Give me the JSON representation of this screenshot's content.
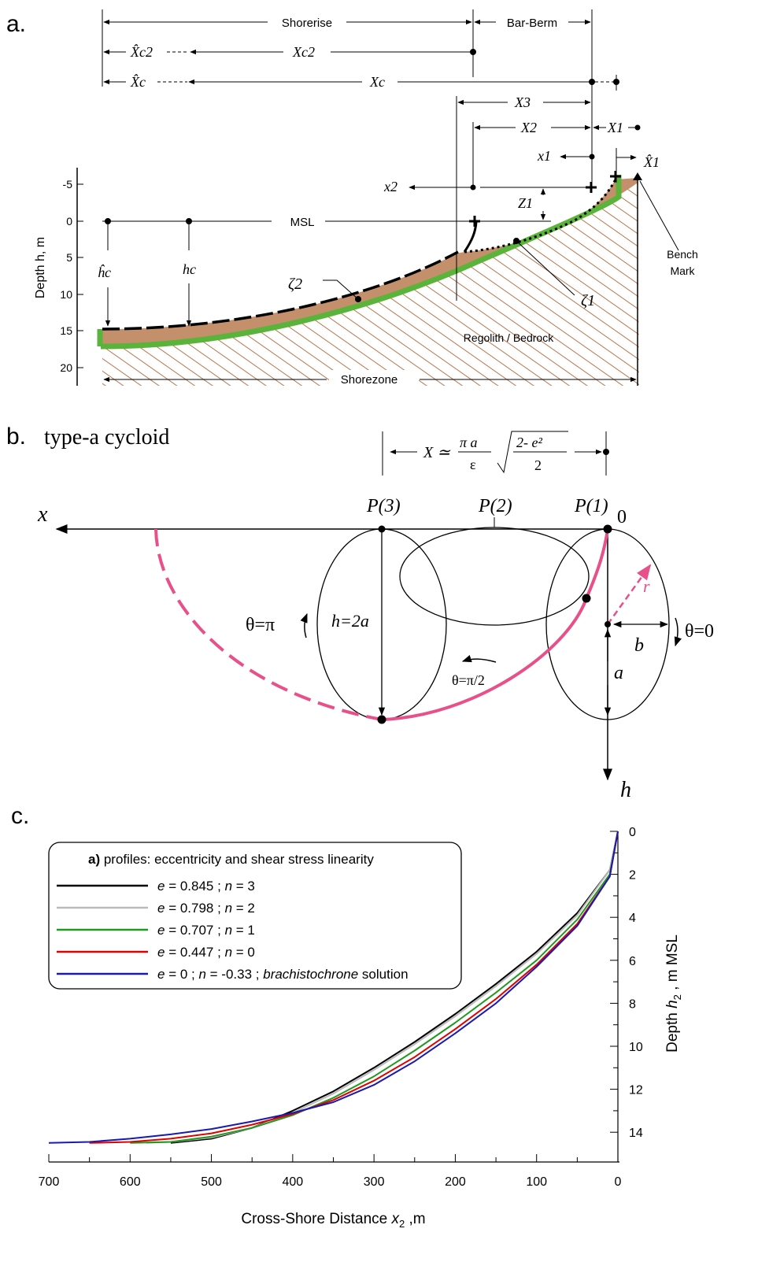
{
  "colors": {
    "sediment": "#C4906C",
    "green_base": "#5AB43C",
    "hatch": "#B8764E",
    "cycloid_pink": "#E8508A",
    "series_black": "#000000",
    "series_gray": "#BBBBBB",
    "series_green": "#1E9A1E",
    "series_red": "#E00000",
    "series_blue": "#1A1AB0"
  },
  "panel_a": {
    "panel_label": "a.",
    "ylabel": "Depth h, m",
    "yticks": [
      "-5",
      "0",
      "5",
      "10",
      "15",
      "20"
    ],
    "shorerise": "Shorerise",
    "bar_berm": "Bar-Berm",
    "xc2_hat": "X̂c2",
    "xc2": "Xc2",
    "xc_hat": "X̂c",
    "xc": "Xc",
    "x3": "X3",
    "x2_upper": "X2",
    "x1_upper": "X1",
    "x1_hat": "X̂1",
    "x1_lower": "x1",
    "x2_lower": "x2",
    "z1": "Z1",
    "msl": "MSL",
    "hc_hat": "ĥc",
    "hc": "hc",
    "zeta2": "ζ2",
    "zeta1": "ζ1",
    "bench": "Bench",
    "mark": "Mark",
    "regolith": "Regolith / Bedrock",
    "shorezone": "Shorezone"
  },
  "panel_b": {
    "panel_label": "b.",
    "title": "type-a cycloid",
    "formula_x": "X ≃",
    "formula_pi_a": "π a",
    "formula_eps": "ε",
    "formula_num": "2- e²",
    "formula_den": "2",
    "x_axis": "x",
    "h_axis": "h",
    "p3": "P(3)",
    "p2": "P(2)",
    "p1": "P(1)",
    "origin": "0",
    "theta_pi": "θ=π",
    "theta_0": "θ=0",
    "theta_half": "θ=π/2",
    "h2a": "h=2a",
    "a": "a",
    "b": "b",
    "r": "r"
  },
  "panel_c": {
    "panel_label": "c."
  },
  "chart_data": {
    "type": "line",
    "legend": {
      "title_bold": "a)",
      "title_rest": "profiles: eccentricity and shear stress linearity",
      "entries": [
        {
          "e": "e",
          "e_val": " = 0.845 ; ",
          "n": "n",
          "n_val": " = 3",
          "extra_it": "",
          "extra": ""
        },
        {
          "e": "e",
          "e_val": " = 0.798 ; ",
          "n": "n",
          "n_val": " = 2",
          "extra_it": "",
          "extra": ""
        },
        {
          "e": "e",
          "e_val": " = 0.707 ; ",
          "n": "n",
          "n_val": " = 1",
          "extra_it": "",
          "extra": ""
        },
        {
          "e": "e",
          "e_val": " = 0.447 ; ",
          "n": "n",
          "n_val": " = 0",
          "extra_it": "",
          "extra": ""
        },
        {
          "e": "e",
          "e_val": " = 0 ; ",
          "n": "n",
          "n_val": " = -0.33 ; ",
          "extra_it": "brachistochrone",
          "extra": " solution"
        }
      ],
      "placement": "top-left"
    },
    "xlabel": "Cross-Shore Distance x2 ,m",
    "xlabel_main": "Cross-Shore Distance ",
    "xlabel_var": "x",
    "xlabel_sub": "2",
    "xlabel_unit": " ,m",
    "ylabel": "Depth h2 , m MSL",
    "ylabel_main": "Depth ",
    "ylabel_var": "h",
    "ylabel_sub": "2",
    "ylabel_unit": " , m  MSL",
    "xlim": [
      700,
      0
    ],
    "ylim": [
      0,
      15
    ],
    "xticks": [
      700,
      600,
      500,
      400,
      300,
      200,
      100,
      0
    ],
    "yticks": [
      0,
      2,
      4,
      6,
      8,
      10,
      12,
      14
    ],
    "series": [
      {
        "name": "e = 0.845 ; n = 3",
        "x": [
          0,
          10,
          50,
          100,
          150,
          200,
          250,
          300,
          350,
          400,
          450,
          500,
          550
        ],
        "y": [
          0,
          1.8,
          3.8,
          5.6,
          7.1,
          8.5,
          9.8,
          11.0,
          12.1,
          13.0,
          13.8,
          14.3,
          14.5
        ]
      },
      {
        "name": "e = 0.798 ; n = 2",
        "x": [
          0,
          10,
          50,
          100,
          150,
          200,
          250,
          300,
          350,
          400,
          450,
          500,
          550,
          580
        ],
        "y": [
          0,
          1.8,
          3.9,
          5.7,
          7.2,
          8.6,
          9.9,
          11.1,
          12.2,
          13.1,
          13.8,
          14.25,
          14.45,
          14.5
        ]
      },
      {
        "name": "e = 0.707 ; n = 1",
        "x": [
          0,
          10,
          50,
          100,
          150,
          200,
          250,
          300,
          350,
          400,
          450,
          500,
          550,
          600
        ],
        "y": [
          0,
          2.0,
          4.1,
          6.0,
          7.5,
          8.9,
          10.2,
          11.4,
          12.4,
          13.2,
          13.8,
          14.2,
          14.45,
          14.5
        ]
      },
      {
        "name": "e = 0.447 ; n = 0",
        "x": [
          0,
          10,
          50,
          100,
          150,
          200,
          250,
          300,
          350,
          400,
          450,
          500,
          550,
          600,
          650
        ],
        "y": [
          0,
          2.1,
          4.3,
          6.2,
          7.8,
          9.2,
          10.5,
          11.6,
          12.5,
          13.15,
          13.65,
          14.05,
          14.3,
          14.45,
          14.5
        ]
      },
      {
        "name": "e = 0 ; n = -0.33 ; brachistochrone solution",
        "x": [
          0,
          10,
          50,
          100,
          150,
          200,
          250,
          300,
          350,
          400,
          450,
          500,
          550,
          600,
          650,
          700
        ],
        "y": [
          0,
          2.1,
          4.4,
          6.3,
          8.0,
          9.4,
          10.7,
          11.8,
          12.6,
          13.1,
          13.5,
          13.85,
          14.1,
          14.3,
          14.45,
          14.5
        ]
      }
    ]
  }
}
